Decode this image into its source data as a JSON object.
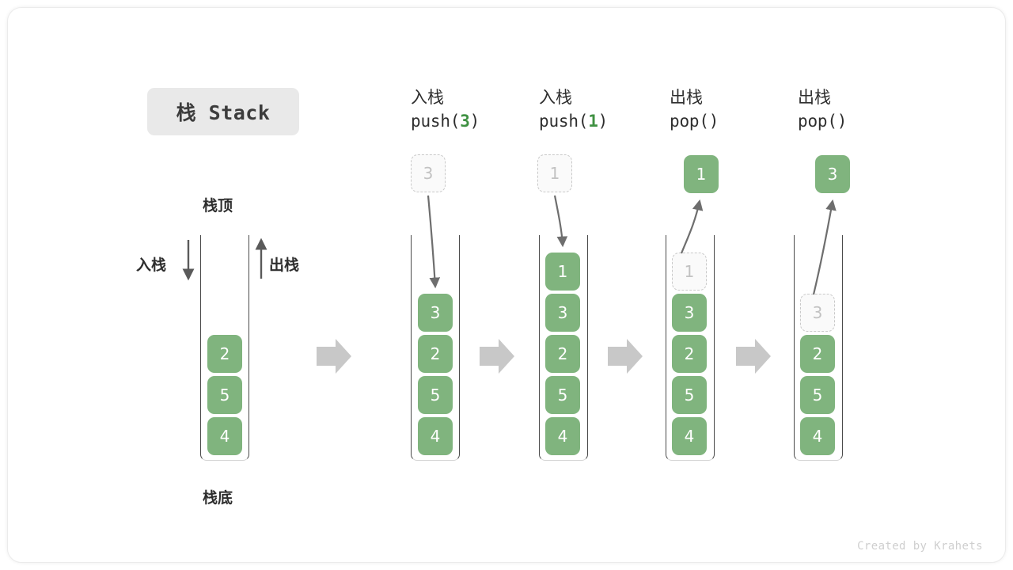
{
  "title_badge": {
    "label": "栈 Stack"
  },
  "labels": {
    "top": "栈顶",
    "bottom": "栈底",
    "push_side": "入栈",
    "pop_side": "出栈"
  },
  "footer": {
    "watermark": "Created by Krahets"
  },
  "colors": {
    "element_green": "#80b47e",
    "accent_green": "#3f9142",
    "ghost_border": "#c9c9c9",
    "ghost_text": "#c2c2c2",
    "wall": "#4a4a4a",
    "arrow_gray": "#6e6e6e",
    "step_arrow_gray": "#c8c8c8",
    "badge_bg": "#e9e9e9",
    "text": "#2e2e2e"
  },
  "columns": [
    {
      "id": "initial",
      "header_cn": "",
      "header_code": "",
      "header_arg": "",
      "stack": [
        "2",
        "5",
        "4"
      ],
      "incoming": null,
      "ghost_in_stack": null,
      "popped": null
    },
    {
      "id": "push-3",
      "header_cn": "入栈",
      "header_code_prefix": "push(",
      "header_arg": "3",
      "header_code_suffix": ")",
      "stack": [
        "3",
        "2",
        "5",
        "4"
      ],
      "incoming": "3",
      "ghost_in_stack": null,
      "popped": null
    },
    {
      "id": "push-1",
      "header_cn": "入栈",
      "header_code_prefix": "push(",
      "header_arg": "1",
      "header_code_suffix": ")",
      "stack": [
        "1",
        "3",
        "2",
        "5",
        "4"
      ],
      "incoming": "1",
      "ghost_in_stack": null,
      "popped": null
    },
    {
      "id": "pop-1",
      "header_cn": "出栈",
      "header_code_prefix": "pop(",
      "header_arg": "",
      "header_code_suffix": ")",
      "stack": [
        "3",
        "2",
        "5",
        "4"
      ],
      "incoming": null,
      "ghost_in_stack": "1",
      "popped": "1"
    },
    {
      "id": "pop-3",
      "header_cn": "出栈",
      "header_code_prefix": "pop(",
      "header_arg": "",
      "header_code_suffix": ")",
      "stack": [
        "2",
        "5",
        "4"
      ],
      "incoming": null,
      "ghost_in_stack": "3",
      "popped": "3"
    }
  ],
  "step_arrows": 4
}
